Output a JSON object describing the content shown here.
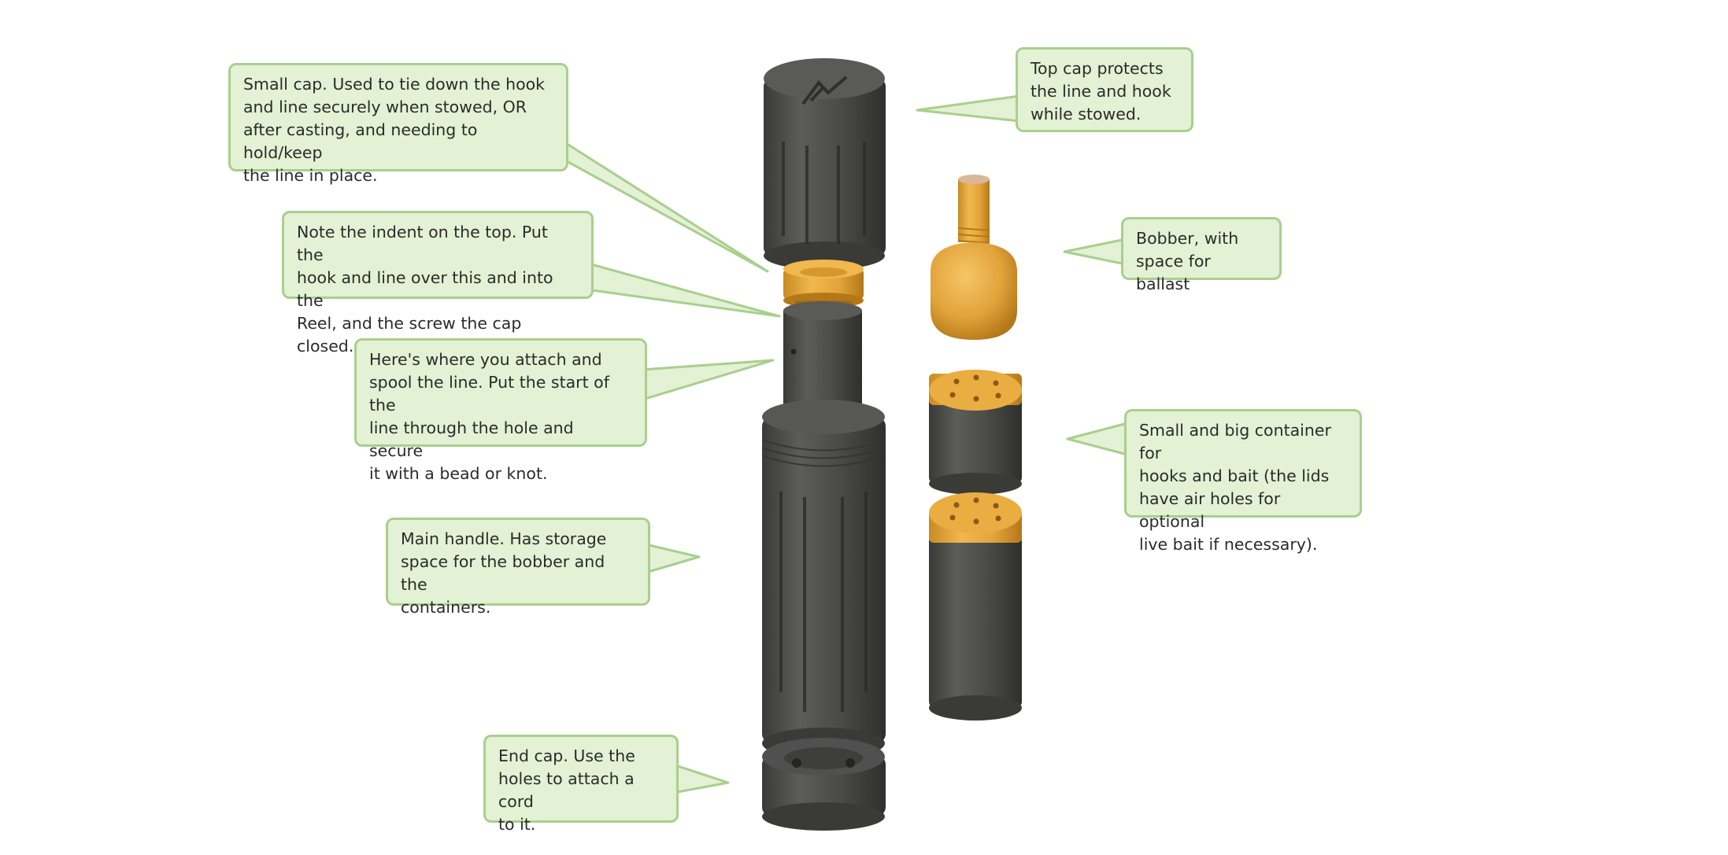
{
  "callouts": {
    "small_cap": "Small cap. Used to tie down the hook\nand line securely when stowed, OR\nafter casting, and needing to hold/keep\nthe line in place.",
    "indent_note": "Note the indent on the top. Put the\nhook and line over this and into the\nReel, and the screw the cap closed.",
    "reel_spool": "Here's where you attach and\nspool the line. Put the start of the\nline through the hole and secure\nit with a bead or knot.",
    "main_handle": "Main handle. Has storage\nspace for the bobber and the\ncontainers.",
    "end_cap": "End cap. Use the\nholes to attach a cord\nto it.",
    "top_cap": "Top cap protects\nthe line and hook\nwhile stowed.",
    "bobber": "Bobber, with\nspace for ballast",
    "containers": "Small and big container for\nhooks and bait (the lids\nhave air holes for optional\nlive bait if necessary)."
  },
  "colors": {
    "callout_fill": "#e3f1d4",
    "callout_border": "#a9cf8e",
    "part_dark": "#4a4a47",
    "part_orange": "#e4a73a"
  },
  "icons": {
    "logo": "fish-hook-logo-icon"
  }
}
